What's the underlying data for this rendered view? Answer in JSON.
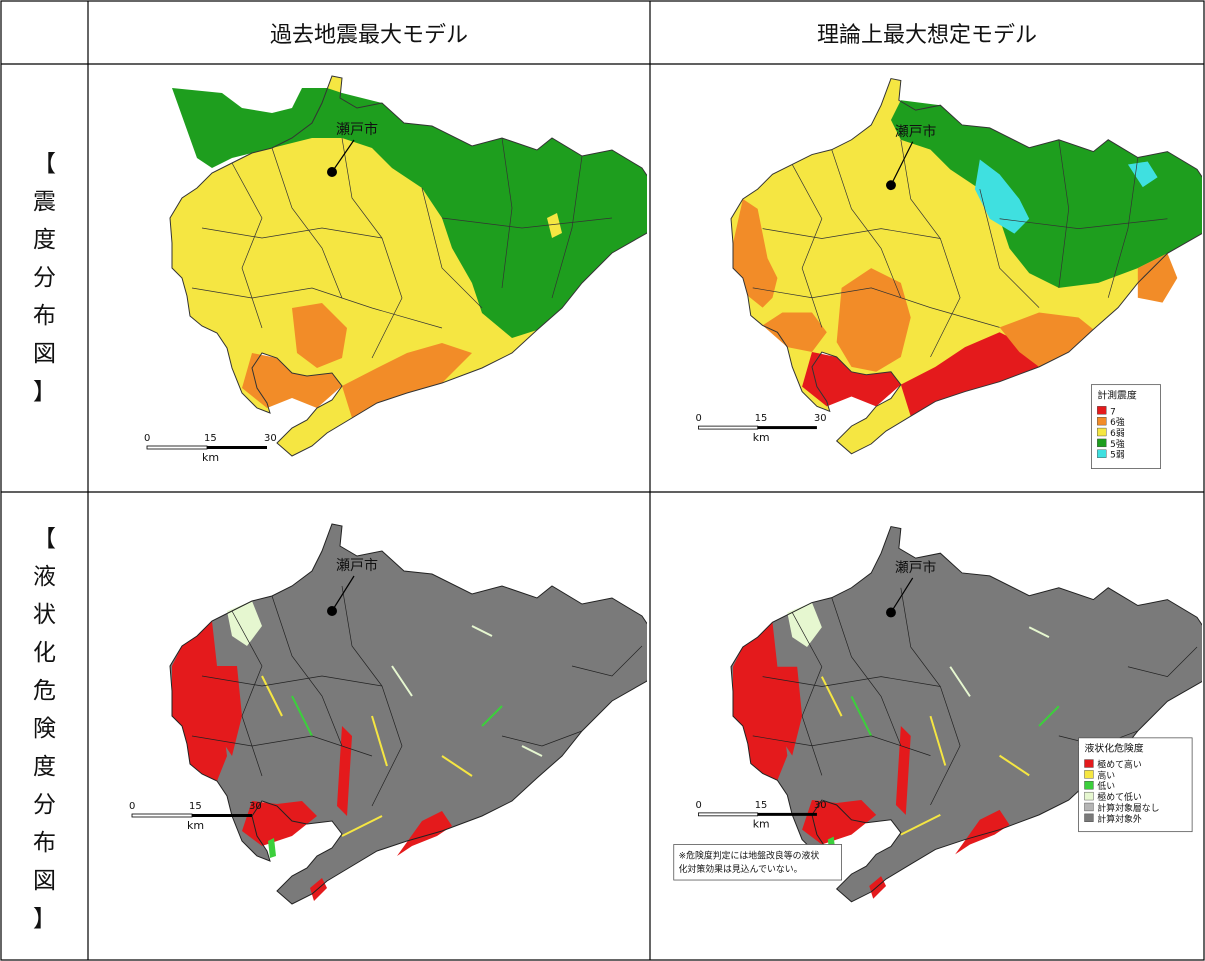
{
  "header": {
    "col1": "過去地震最大モデル",
    "col2": "理論上最大想定モデル"
  },
  "rows": [
    {
      "label_chars": [
        "【",
        "震",
        "度",
        "分",
        "布",
        "図",
        "】"
      ]
    },
    {
      "label_chars": [
        "【",
        "液",
        "状",
        "化",
        "危",
        "険",
        "度",
        "分",
        "布",
        "図",
        "】"
      ]
    }
  ],
  "map": {
    "city_label": "瀬戸市",
    "scale": {
      "ticks": [
        "0",
        "15",
        "30"
      ],
      "unit": "km"
    }
  },
  "legend_intensity": {
    "title": "計測震度",
    "items": [
      {
        "label": "7",
        "color": "#e41a1c"
      },
      {
        "label": "6強",
        "color": "#f28c28"
      },
      {
        "label": "6弱",
        "color": "#f5e642"
      },
      {
        "label": "5強",
        "color": "#1e9e1e"
      },
      {
        "label": "5弱",
        "color": "#3fe0e0"
      }
    ]
  },
  "legend_liquefaction": {
    "title": "液状化危険度",
    "items": [
      {
        "label": "極めて高い",
        "color": "#e41a1c"
      },
      {
        "label": "高い",
        "color": "#f5e642"
      },
      {
        "label": "低い",
        "color": "#3ccf3c"
      },
      {
        "label": "極めて低い",
        "color": "#e6f7d0"
      },
      {
        "label": "計算対象層なし",
        "color": "#b5b5b5"
      },
      {
        "label": "計算対象外",
        "color": "#7a7a7a"
      }
    ]
  },
  "note": {
    "line1": "※危険度判定には地盤改良等の液状",
    "line2": "化対策効果は見込んでいない。"
  }
}
